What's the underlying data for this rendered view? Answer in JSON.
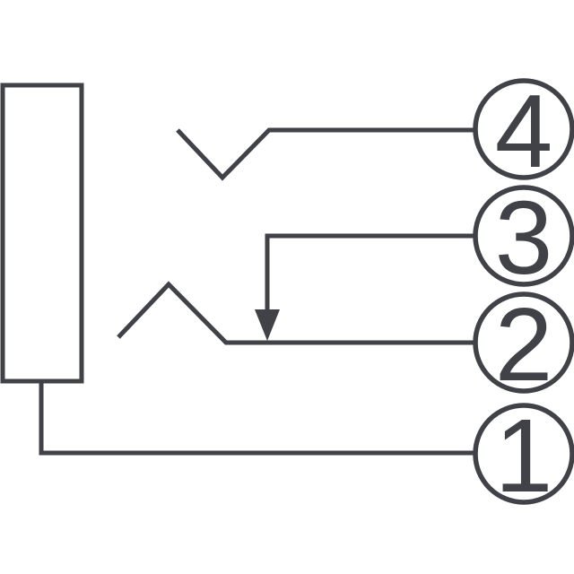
{
  "colors": {
    "line": "#404247",
    "background": "#ffffff"
  },
  "diagram": {
    "kind": "connector-pinout-schematic",
    "pins": [
      {
        "name": "pin-4",
        "label": "4"
      },
      {
        "name": "pin-3",
        "label": "3"
      },
      {
        "name": "pin-2",
        "label": "2"
      },
      {
        "name": "pin-1",
        "label": "1"
      }
    ]
  }
}
